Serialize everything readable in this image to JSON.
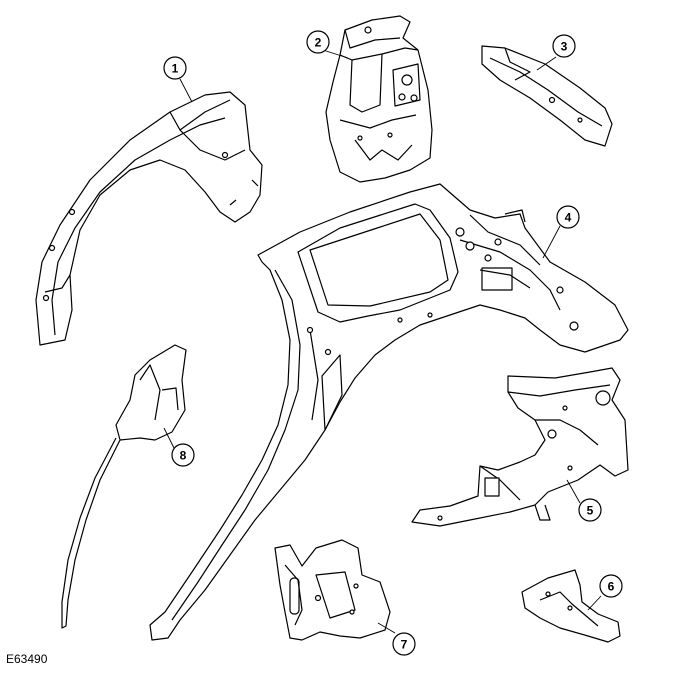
{
  "callouts": [
    {
      "number": "1"
    },
    {
      "number": "2"
    },
    {
      "number": "3"
    },
    {
      "number": "4"
    },
    {
      "number": "5"
    },
    {
      "number": "6"
    },
    {
      "number": "7"
    },
    {
      "number": "8"
    }
  ],
  "reference_code": "E63490",
  "colors": {
    "line": "#000000",
    "panel_fill": "#ffffff"
  }
}
